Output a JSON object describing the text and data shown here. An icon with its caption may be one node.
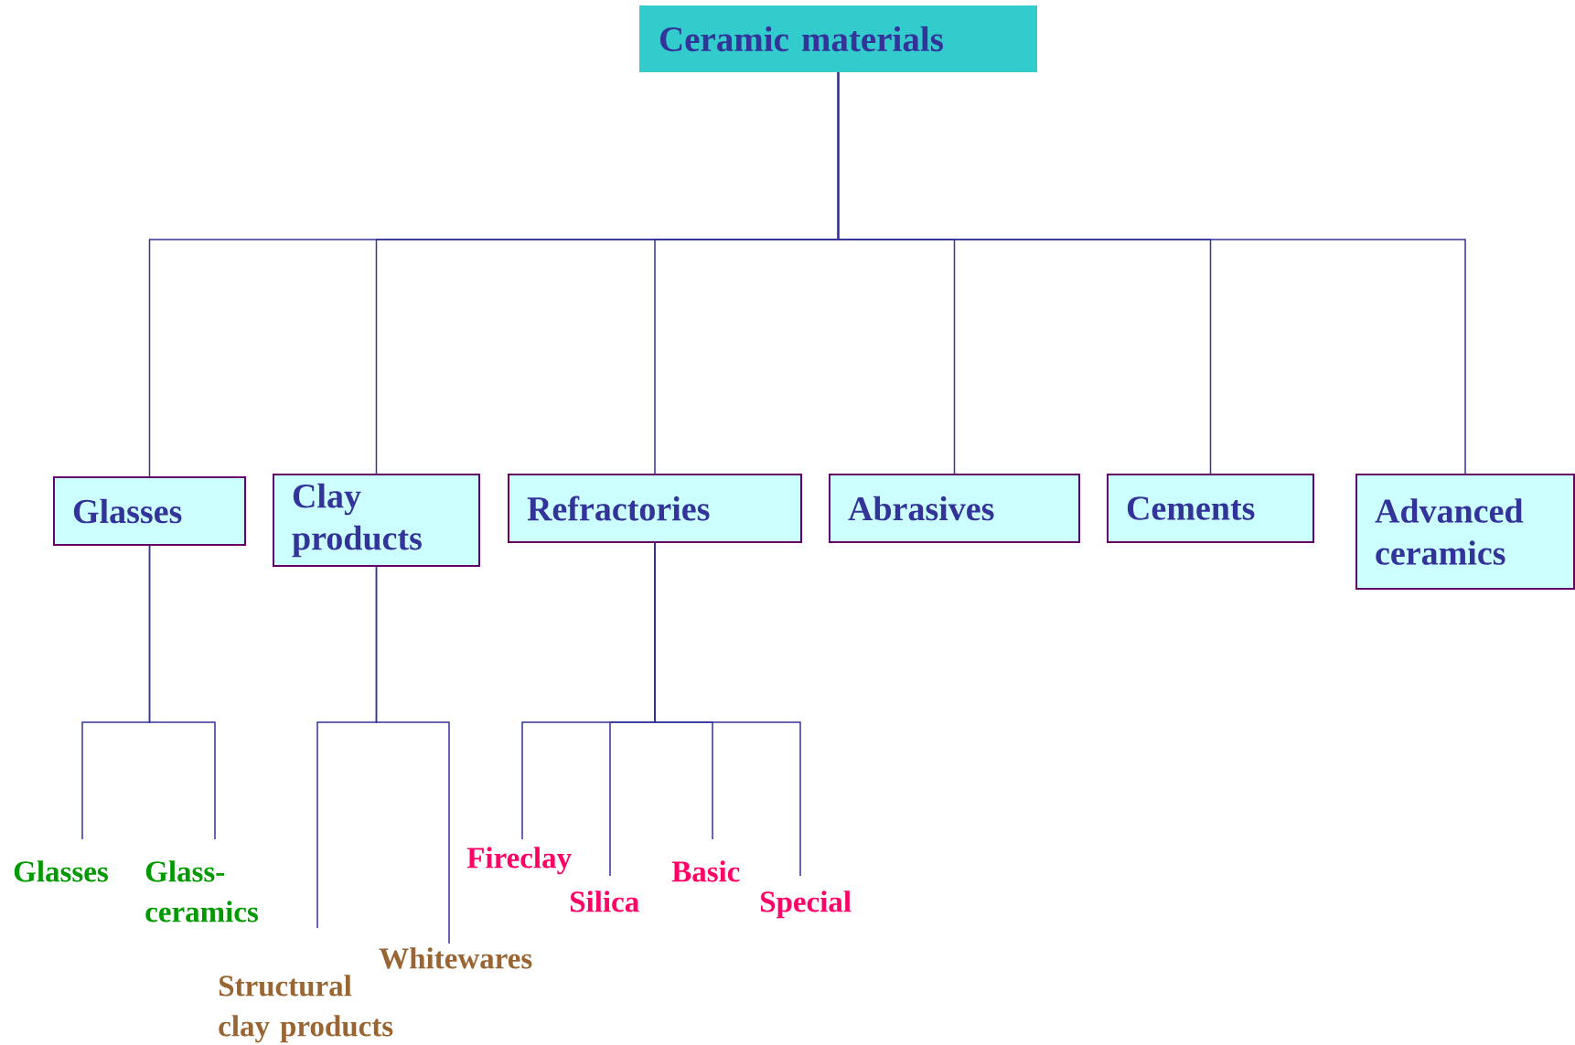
{
  "diagram": {
    "nodes": [
      {
        "text": [
          "Ceramic materials"
        ]
      },
      {
        "text": [
          "Glasses"
        ]
      },
      {
        "text": [
          "Clay products"
        ]
      },
      {
        "text": [
          "Refractories"
        ]
      },
      {
        "text": [
          "Abrasives"
        ]
      },
      {
        "text": [
          "Cements"
        ]
      },
      {
        "text": [
          "Advanced ceramics"
        ]
      },
      {
        "text": [
          "Glasses"
        ]
      },
      {
        "text": [
          "Glass-ceramics"
        ]
      },
      {
        "text": [
          "Structural clay products"
        ]
      },
      {
        "text": [
          "Whitewares"
        ]
      },
      {
        "text": [
          "Fireclay"
        ]
      },
      {
        "text": [
          "Silica"
        ]
      },
      {
        "text": [
          "Basic"
        ]
      },
      {
        "text": [
          "Special"
        ]
      }
    ],
    "edges": [
      {
        "from": 0,
        "to": 1,
        "arrow": "none"
      },
      {
        "from": 0,
        "to": 2,
        "arrow": "none"
      },
      {
        "from": 0,
        "to": 3,
        "arrow": "none"
      },
      {
        "from": 0,
        "to": 4,
        "arrow": "none"
      },
      {
        "from": 0,
        "to": 5,
        "arrow": "none"
      },
      {
        "from": 0,
        "to": 6,
        "arrow": "none"
      },
      {
        "from": 1,
        "to": 7,
        "arrow": "none"
      },
      {
        "from": 1,
        "to": 8,
        "arrow": "none"
      },
      {
        "from": 2,
        "to": 9,
        "arrow": "none"
      },
      {
        "from": 2,
        "to": 10,
        "arrow": "none"
      },
      {
        "from": 3,
        "to": 11,
        "arrow": "none"
      },
      {
        "from": 3,
        "to": 12,
        "arrow": "none"
      },
      {
        "from": 3,
        "to": 13,
        "arrow": "none"
      },
      {
        "from": 3,
        "to": 14,
        "arrow": "none"
      }
    ]
  }
}
